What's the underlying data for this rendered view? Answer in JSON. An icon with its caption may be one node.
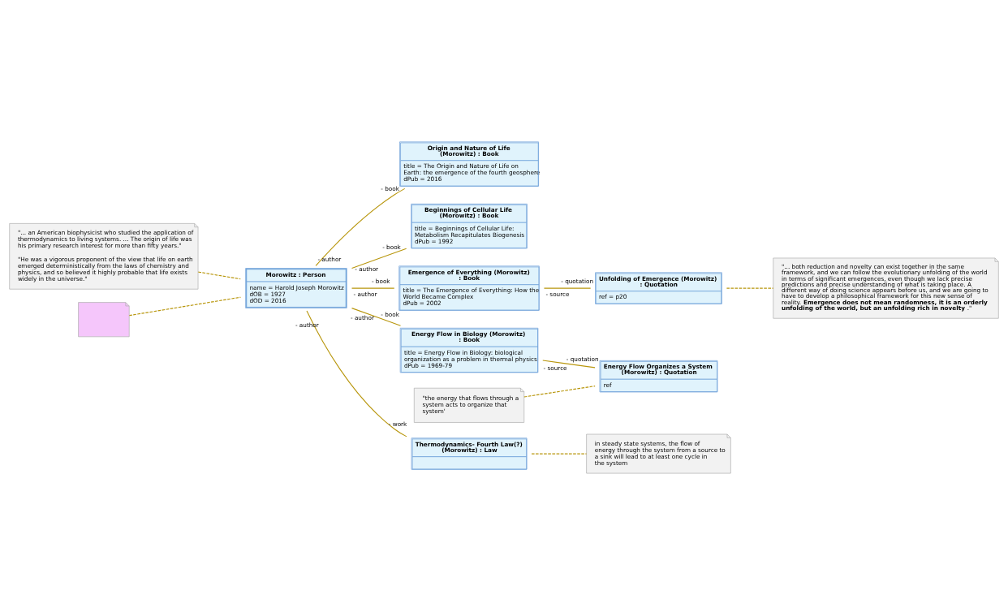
{
  "diagram": {
    "nodes": [
      {
        "text": [
          "\"... an American biophysicist who studied the application of thermodynamics to living systems. ... The origin of life was his primary research interest for more than fifty years.\"",
          "\"He was a vigorous proponent of the view that life on earth emerged deterministically from the laws of chemistry and physics, and so believed it highly probable that life exists widely in the universe.\""
        ]
      },
      {
        "text": [],
        "shape": "note"
      },
      {
        "text": [
          "Beginnings of Cellular Life (Morowitz) : Book",
          "title = Beginnings of Cellular Life: Metabolism Recapitulates Biogenesis",
          "dPub = 1992"
        ]
      },
      {
        "text": [
          "\"the energy that flows through a system acts to organize that system'"
        ]
      },
      {
        "text": [
          "Morowitz : Person",
          "name = Harold Joseph Morowitz",
          "dOB = 1927",
          "dOD = 2016"
        ]
      },
      {
        "text": [
          "Energy Flow in Biology (Morowitz) : Book",
          "title = Energy Flow in Biology: biological organization as a problem in thermal physics",
          "dPub = 1969-79"
        ]
      },
      {
        "text": [
          "Energy Flow Organizes a System (Morowitz) : Quotation",
          "ref"
        ]
      },
      {
        "text": [
          "Emergence of Everything (Morowitz) : Book",
          "title = The Emergence of Everything: How the World Became Complex",
          "dPub = 2002"
        ]
      },
      {
        "text": [
          "Unfolding of Emergence (Morowitz) : Quotation",
          "ref = p20"
        ]
      },
      {
        "text": [
          "Thermodynamics- Fourth Law(?) (Morowitz) : Law"
        ]
      },
      {
        "text": [
          "in steady state systems, the flow of energy through the system from a source to a sink will lead to at least one cycle in the system"
        ]
      },
      {
        "text": [
          "Origin and Nature of Life (Morowitz) : Book",
          "title = The Origin and Nature of Life on Earth: the emergence of the fourth geosphere",
          "dPub = 2016"
        ]
      },
      {
        "text": [
          "\"... both reduction and novelty can exist together in the same framework, and we can follow the evolutionary unfolding of the world in terms of significant emergences, even though we lack precise predictions and precise understanding of what is taking place. A different way of doing science appears before us, and we are going to have to develop a philosophical framework for this new sense of reality. **Emergence does not mean randomness, it is an orderly unfolding of the world, but an unfolding rich in novelty** .\""
        ]
      }
    ],
    "edges": [
      {
        "from": 0,
        "to": 4,
        "arrow": "none",
        "style": "dashed"
      },
      {
        "from": 1,
        "to": 4,
        "arrow": "none",
        "style": "dashed"
      },
      {
        "from": 4,
        "to": 2,
        "arrow": "none"
      },
      {
        "from": 4,
        "to": 5,
        "arrow": "none"
      },
      {
        "from": 5,
        "to": 6,
        "arrow": "none"
      },
      {
        "from": 3,
        "to": 6,
        "arrow": "none",
        "style": "dashed"
      },
      {
        "from": 4,
        "to": 9,
        "arrow": "none"
      },
      {
        "from": 4,
        "to": 11,
        "arrow": "none"
      },
      {
        "from": 4,
        "to": 7,
        "arrow": "none"
      },
      {
        "from": 7,
        "to": 8,
        "arrow": "none"
      },
      {
        "from": 8,
        "to": 12,
        "arrow": "none",
        "style": "dashed"
      },
      {
        "from": 9,
        "to": 10,
        "arrow": "none",
        "style": "dashed"
      }
    ],
    "labels": [
      "- author",
      "- book",
      "- author",
      "- book",
      "- source",
      "- quotation",
      "- author",
      "- work",
      "- author",
      "- book",
      "- author",
      "- book",
      "- source",
      "- quotation"
    ]
  }
}
